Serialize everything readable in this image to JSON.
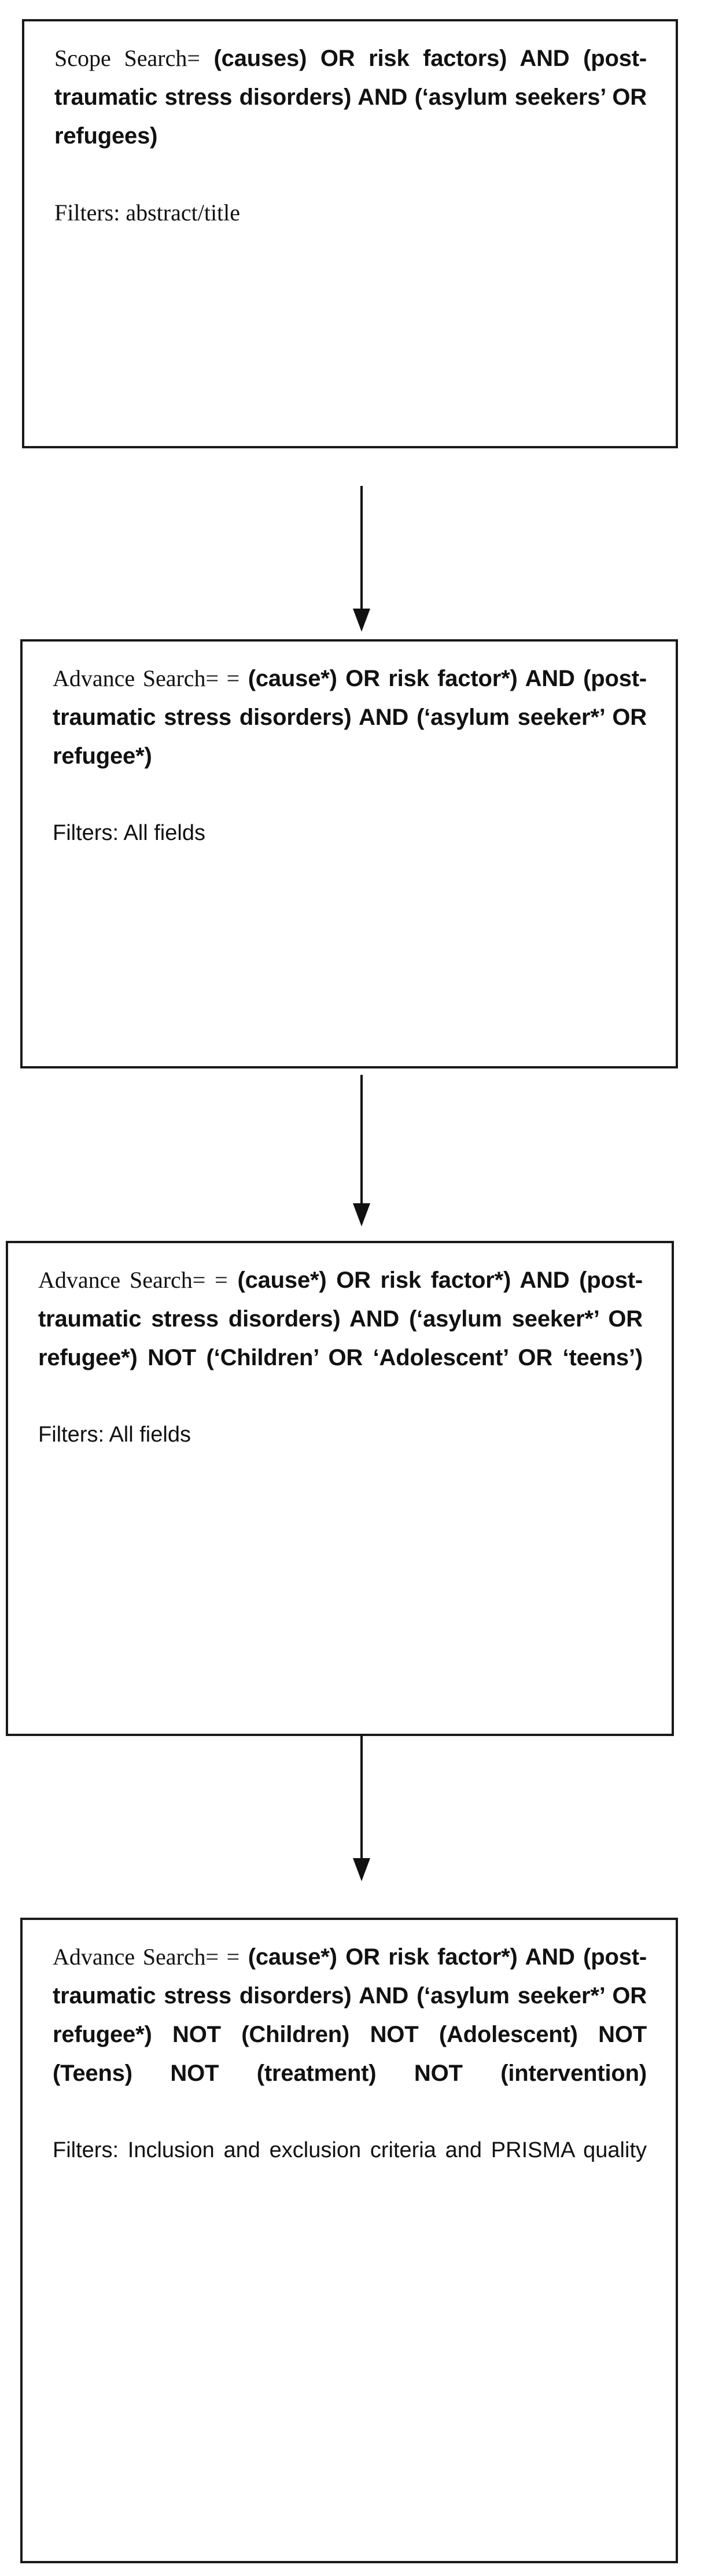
{
  "diagram": {
    "title": "Literature search strategy refinement flowchart",
    "colors": {
      "border": "#1a1a1a",
      "text": "#111111",
      "background": "#ffffff",
      "arrow": "#111111"
    },
    "steps": [
      {
        "id": "scope-search",
        "lead": "Scope Search=",
        "query": " (causes) OR risk factors) AND (post-traumatic stress disorders) AND (‘asylum seekers’ OR refugees)",
        "filters": "Filters: abstract/title",
        "filters_style": "serif"
      },
      {
        "id": "advance-search-1",
        "lead": "Advance Search= =",
        "query": " (cause*) OR risk factor*) AND (post-traumatic stress disorders) AND (‘asylum seeker*’ OR refugee*)",
        "filters": "Filters: All fields",
        "filters_style": "sans"
      },
      {
        "id": "advance-search-2",
        "lead": "Advance Search= =",
        "query": " (cause*) OR risk factor*) AND (post-traumatic stress disorders) AND (‘asylum seeker*’ OR refugee*) NOT (‘Children’ OR ‘Adolescent’ OR ‘teens’)",
        "filters": "Filters: All fields",
        "filters_style": "sans"
      },
      {
        "id": "advance-search-3",
        "lead": "Advance Search= =",
        "query": " (cause*) OR risk factor*) AND (post-traumatic stress disorders) AND (‘asylum seeker*’ OR refugee*) NOT (Children) NOT (Adolescent) NOT (Teens) NOT (treatment) NOT (intervention)",
        "filters": "Filters: Inclusion and exclusion criteria and PRISMA quality",
        "filters_style": "sans-justified"
      }
    ],
    "connectors": [
      {
        "id": "connector-1",
        "from": "scope-search",
        "to": "advance-search-1",
        "direction": "down"
      },
      {
        "id": "connector-2",
        "from": "advance-search-1",
        "to": "advance-search-2",
        "direction": "down"
      },
      {
        "id": "connector-3",
        "from": "advance-search-2",
        "to": "advance-search-3",
        "direction": "down"
      }
    ]
  }
}
